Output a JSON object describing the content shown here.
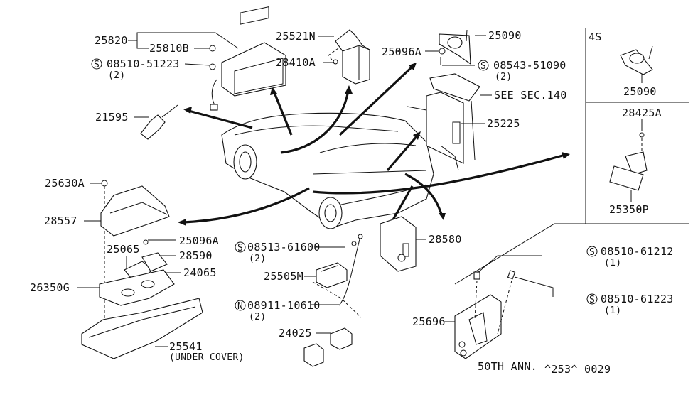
{
  "labels": {
    "p25820": "25820",
    "p25810b": "25810B",
    "p08510_51223": "08510-51223",
    "p08510_51223_qty": "(2)",
    "p21595": "21595",
    "p25521n": "25521N",
    "p28410a": "28410A",
    "p25096a_top": "25096A",
    "p25090_top": "25090",
    "p08543_51090": "08543-51090",
    "p08543_51090_qty": "(2)",
    "see_sec": "SEE SEC.140",
    "p25225": "25225",
    "variant_4s": "4S",
    "p25090_right": "25090",
    "p28425a": "28425A",
    "p25350p": "25350P",
    "p25630a": "25630A",
    "p28557": "28557",
    "p25096a_left": "25096A",
    "p25065": "25065",
    "p28590": "28590",
    "p24065": "24065",
    "p26350g": "26350G",
    "p25541": "25541",
    "p25541_note": "(UNDER COVER)",
    "p08513_61600": "08513-61600",
    "p08513_61600_qty": "(2)",
    "p25505m": "25505M",
    "p08911_10610": "08911-10610",
    "p08911_10610_qty": "(2)",
    "p24025": "24025",
    "p28580": "28580",
    "p25696": "25696",
    "p08510_61212": "08510-61212",
    "p08510_61212_qty": "(1)",
    "p08510_61223": "08510-61223",
    "p08510_61223_qty": "(1)",
    "edition": "50TH ANN.",
    "diagram_code": "^253^ 0029"
  },
  "symbols": {
    "s": "S",
    "n": "N"
  }
}
